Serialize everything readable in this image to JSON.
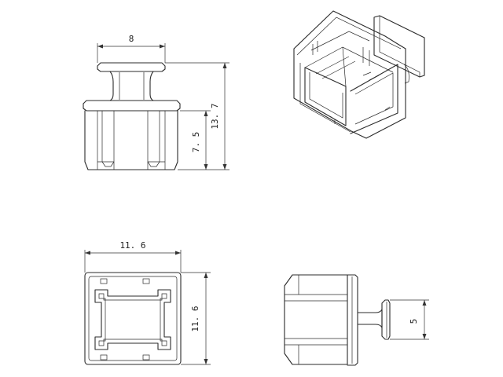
{
  "drawing": {
    "views": [
      "front-view",
      "isometric-view",
      "top-view",
      "side-view"
    ],
    "dimensions": {
      "front_width": "8",
      "front_total_height": "13. 7",
      "front_body_height": "7. 5",
      "top_width": "11. 6",
      "top_height": "11. 6",
      "side_knob": "5"
    },
    "line_color": "#2b2b2b",
    "background": "#ffffff"
  }
}
